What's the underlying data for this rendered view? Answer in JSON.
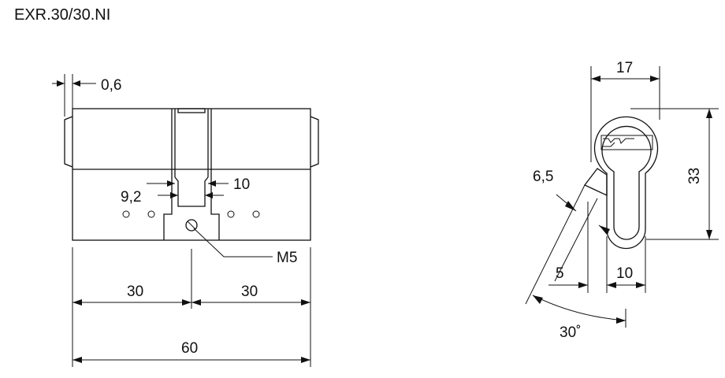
{
  "title": "EXR.30/30.NI",
  "dimensions": {
    "offset": "0,6",
    "cam_width": "10",
    "cam_inner": "9,2",
    "screw": "M5",
    "half_left": "30",
    "half_right": "30",
    "total_length": "60",
    "profile_width": "17",
    "profile_height": "33",
    "cam_thickness": "6,5",
    "cam_offset": "5",
    "bottom_width": "10",
    "cam_angle": "30˚"
  }
}
